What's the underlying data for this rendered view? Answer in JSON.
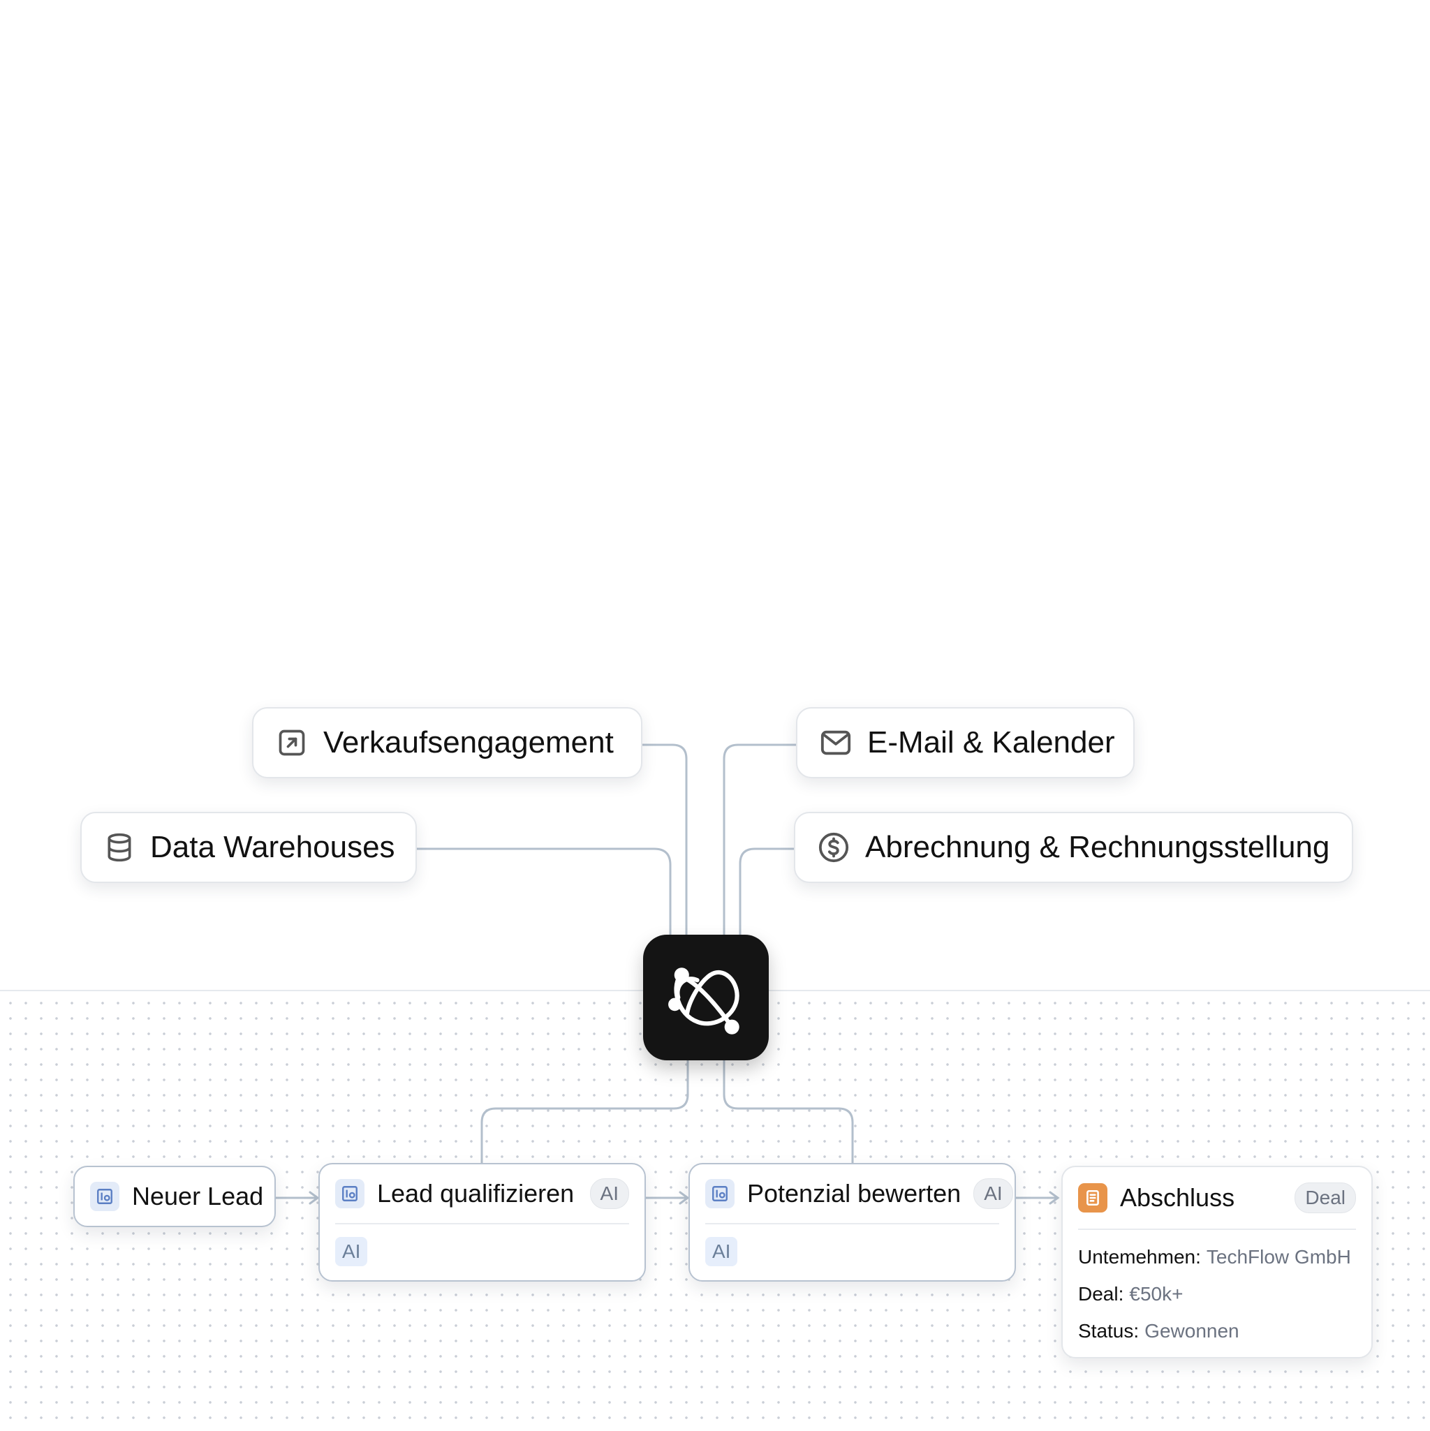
{
  "integrations": [
    {
      "label": "Verkaufsengagement",
      "icon": "arrow-up-right-square-icon"
    },
    {
      "label": "Data Warehouses",
      "icon": "database-icon"
    },
    {
      "label": "E-Mail & Kalender",
      "icon": "mail-icon"
    },
    {
      "label": "Abrechnung & Rechnungsstellung",
      "icon": "dollar-circle-icon"
    }
  ],
  "hub": {
    "icon": "orbit-logo-icon"
  },
  "workflow": {
    "steps": [
      {
        "title": "Neuer Lead",
        "icon": "form-icon"
      },
      {
        "title": "Lead qualifizieren",
        "badge": "AI",
        "chip": "AI",
        "icon": "form-icon"
      },
      {
        "title": "Potenzial bewerten",
        "badge": "AI",
        "chip": "AI",
        "icon": "form-icon"
      },
      {
        "title": "Abschluss",
        "badge": "Deal",
        "icon": "document-icon",
        "details": [
          {
            "key": "Untemehmen:",
            "value": "TechFlow GmbH"
          },
          {
            "key": "Deal:",
            "value": "€50k+"
          },
          {
            "key": "Status:",
            "value": "Gewonnen"
          }
        ]
      }
    ]
  },
  "colors": {
    "connector": "#b3bfcc",
    "node_border": "#b7c2d0",
    "hub": "#141414",
    "accent_orange": "#e8944a",
    "chip_bg": "#e6eefb"
  }
}
